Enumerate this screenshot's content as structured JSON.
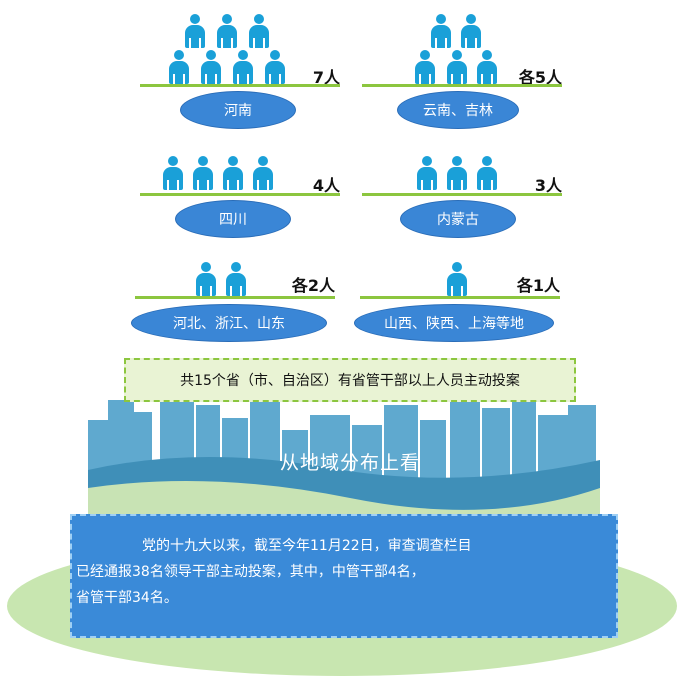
{
  "groups": [
    {
      "count": "7人",
      "people": 7,
      "region": "河南"
    },
    {
      "count": "各5人",
      "people": 5,
      "region": "云南、吉林"
    },
    {
      "count": "4人",
      "people": 4,
      "region": "四川"
    },
    {
      "count": "3人",
      "people": 3,
      "region": "内蒙古"
    },
    {
      "count": "各2人",
      "people": 2,
      "region": "河北、浙江、山东"
    },
    {
      "count": "各1人",
      "people": 1,
      "region": "山西、陕西、上海等地"
    }
  ],
  "summary": "共15个省（市、自治区）有省管干部以上人员主动投案",
  "scene_title": "从地域分布上看",
  "notice": {
    "line1": "党的十九大以来，截至今年11月22日，审查调查栏目",
    "line2": "已经通报38名领导干部主动投案，其中，中管干部4名，",
    "line3": "省管干部34名。"
  },
  "colors": {
    "person": "#1aa0d8",
    "baseline": "#8cc63f",
    "region": "#3a86d6",
    "notice": "#3a8ad8",
    "skyline": "#4a9ec9",
    "hill": "#c8e3b4"
  }
}
